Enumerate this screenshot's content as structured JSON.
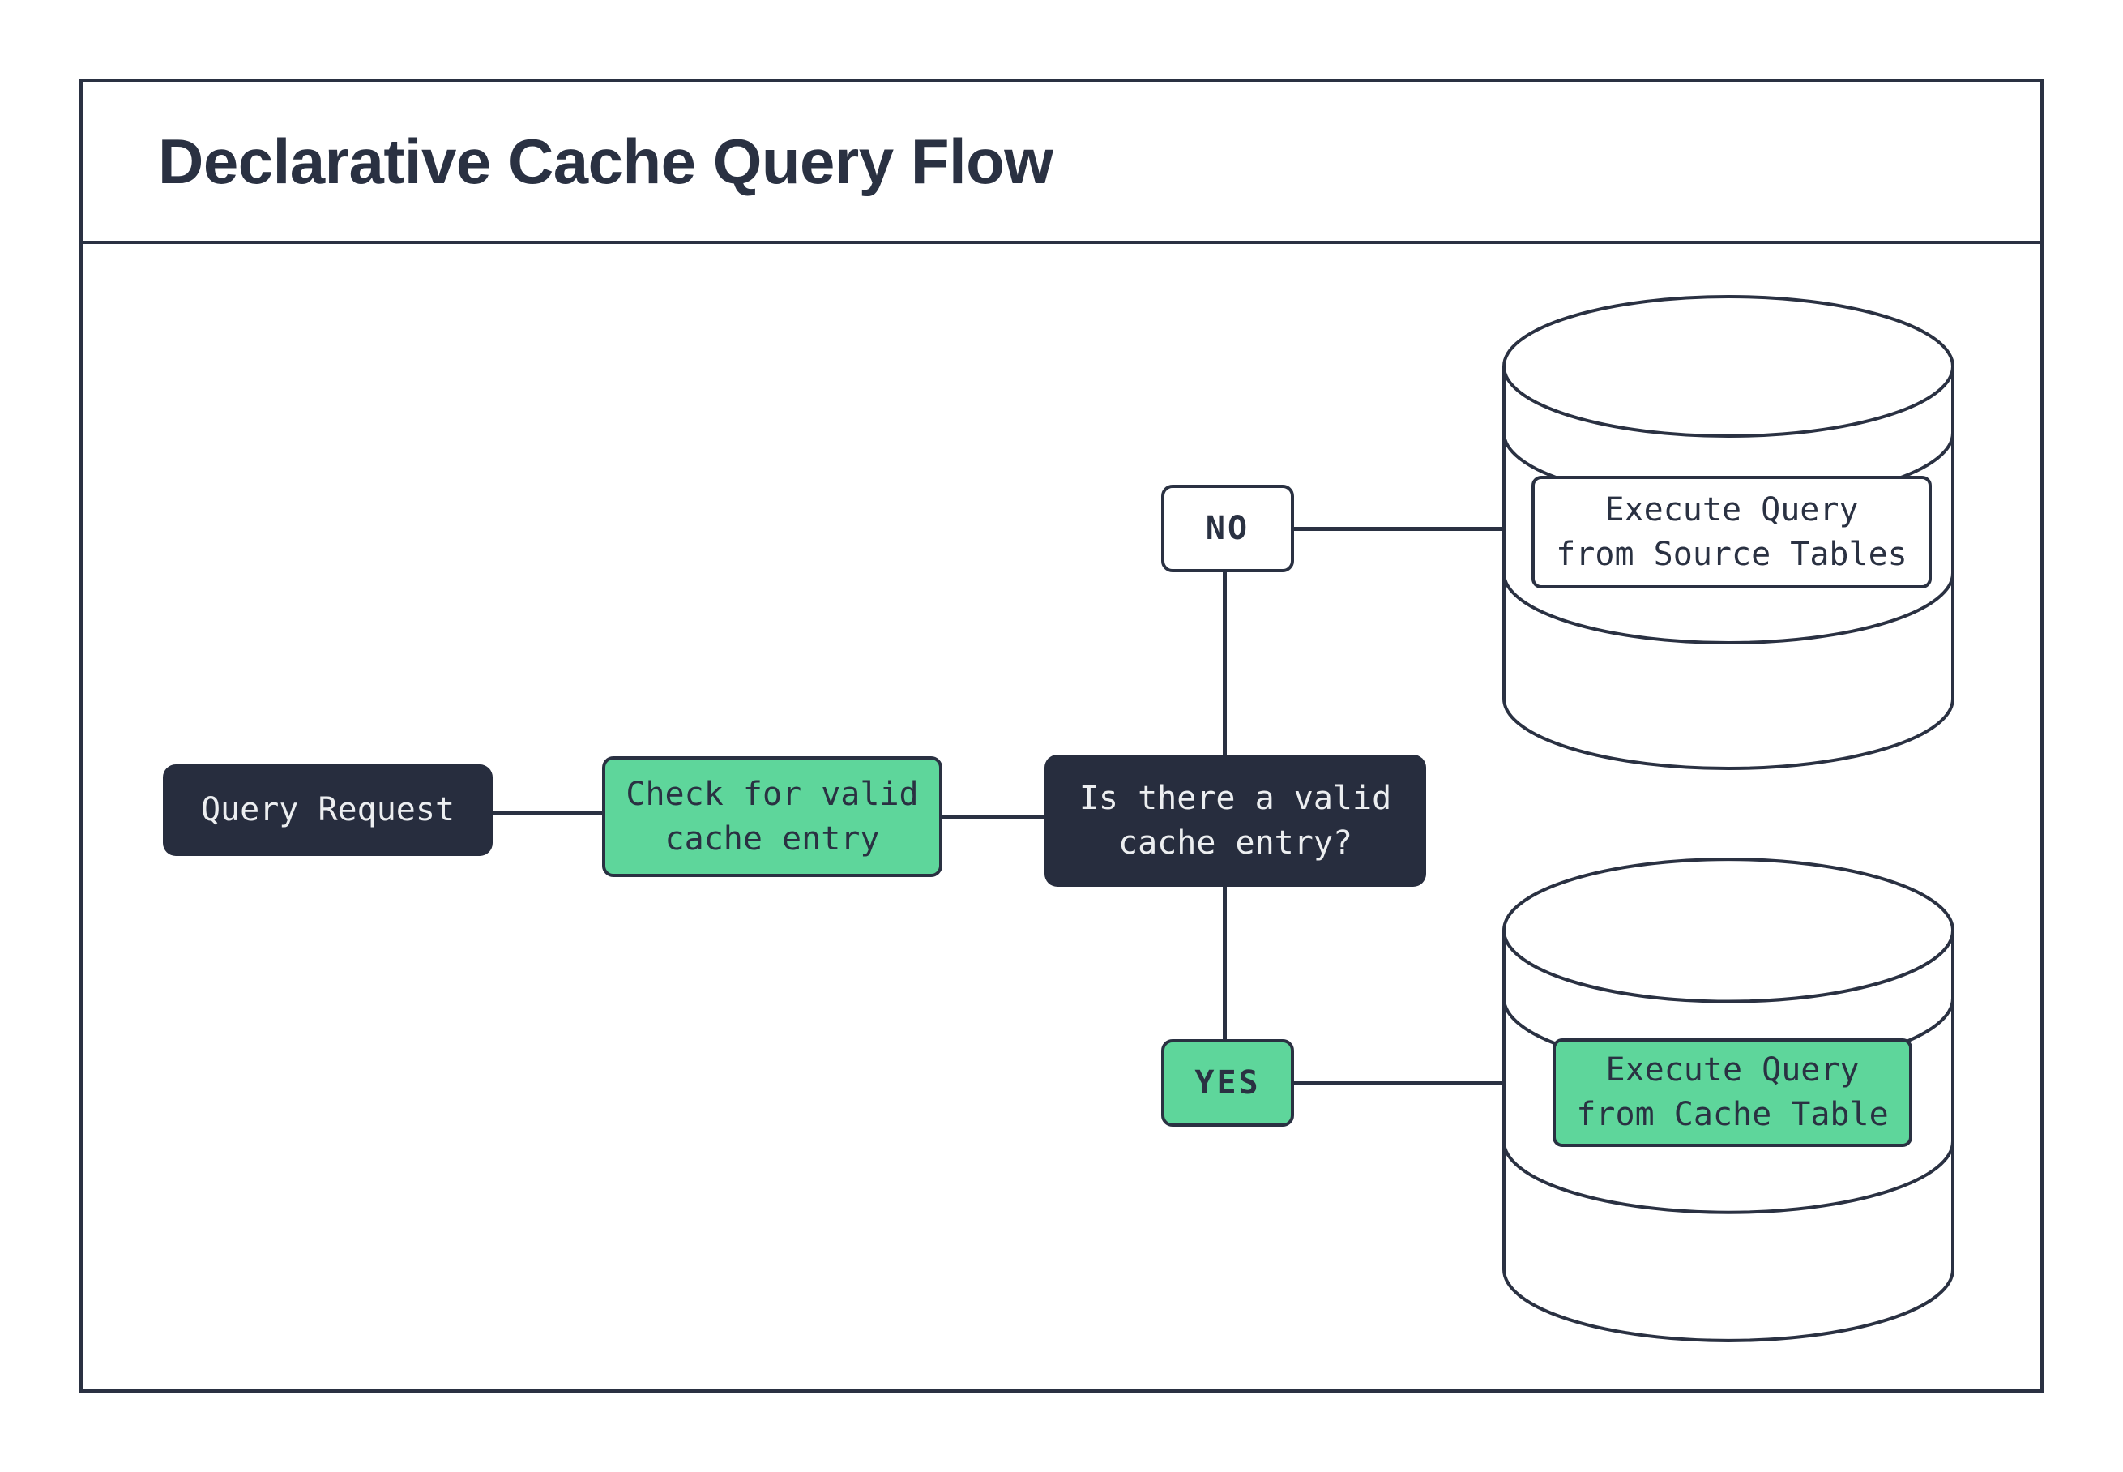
{
  "title": "Declarative Cache Query Flow",
  "flow": {
    "query_request": {
      "label": "Query Request"
    },
    "check_cache": {
      "lines": [
        "Check for valid",
        "cache entry"
      ]
    },
    "decision": {
      "lines": [
        "Is there a valid",
        "cache entry?"
      ]
    },
    "no_label": "NO",
    "yes_label": "YES",
    "execute_source": {
      "lines": [
        "Execute Query",
        "from Source Tables"
      ]
    },
    "execute_cache": {
      "lines": [
        "Execute Query",
        "from Cache Table"
      ]
    }
  },
  "colors": {
    "ink": "#2a3142",
    "dark_node": "#272d3e",
    "green": "#5ed69b",
    "light_text": "#eceef0",
    "background": "#ffffff"
  }
}
